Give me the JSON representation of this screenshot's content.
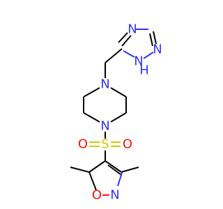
{
  "molecule": {
    "atoms": {
      "triazole_n4": {
        "symbol": "N",
        "color": "#3333ff"
      },
      "triazole_n1": {
        "symbol": "N",
        "color": "#3333ff"
      },
      "triazole_n2": {
        "symbol": "N",
        "color": "#3333ff"
      },
      "triazole_nh_h": {
        "symbol": "H",
        "color": "#3333ff"
      },
      "piperazine_n_top": {
        "symbol": "N",
        "color": "#3333ff"
      },
      "piperazine_n_bottom": {
        "symbol": "N",
        "color": "#3333ff"
      },
      "sulfonyl_s": {
        "symbol": "S",
        "color": "#cccc00"
      },
      "sulfonyl_o_left": {
        "symbol": "O",
        "color": "#ff0d0d"
      },
      "sulfonyl_o_right": {
        "symbol": "O",
        "color": "#ff0d0d"
      },
      "isoxazole_n": {
        "symbol": "N",
        "color": "#3333ff"
      },
      "isoxazole_o": {
        "symbol": "O",
        "color": "#ff0d0d"
      }
    }
  }
}
